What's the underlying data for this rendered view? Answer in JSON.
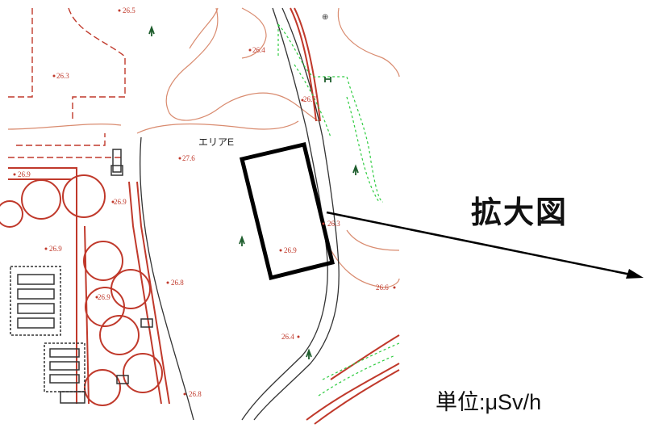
{
  "area_label": "エリアE",
  "spot_values": [
    "26.5",
    "26.4",
    "26.3",
    "26.7",
    "27.6",
    "26.9",
    "26.9",
    "26.3",
    "26.9",
    "26.9",
    "26.8",
    "26.9",
    "26.6",
    "26.4",
    "26.8"
  ],
  "zoom_label": "拡大図",
  "unit_label": "単位:μSv/h",
  "colors": {
    "boundary": "#c0392b",
    "contour": "#d98b6f",
    "vegetation": "#2ecc40",
    "structure": "#333333",
    "highlight": "#000000",
    "symbol": "#1f7a3a"
  }
}
